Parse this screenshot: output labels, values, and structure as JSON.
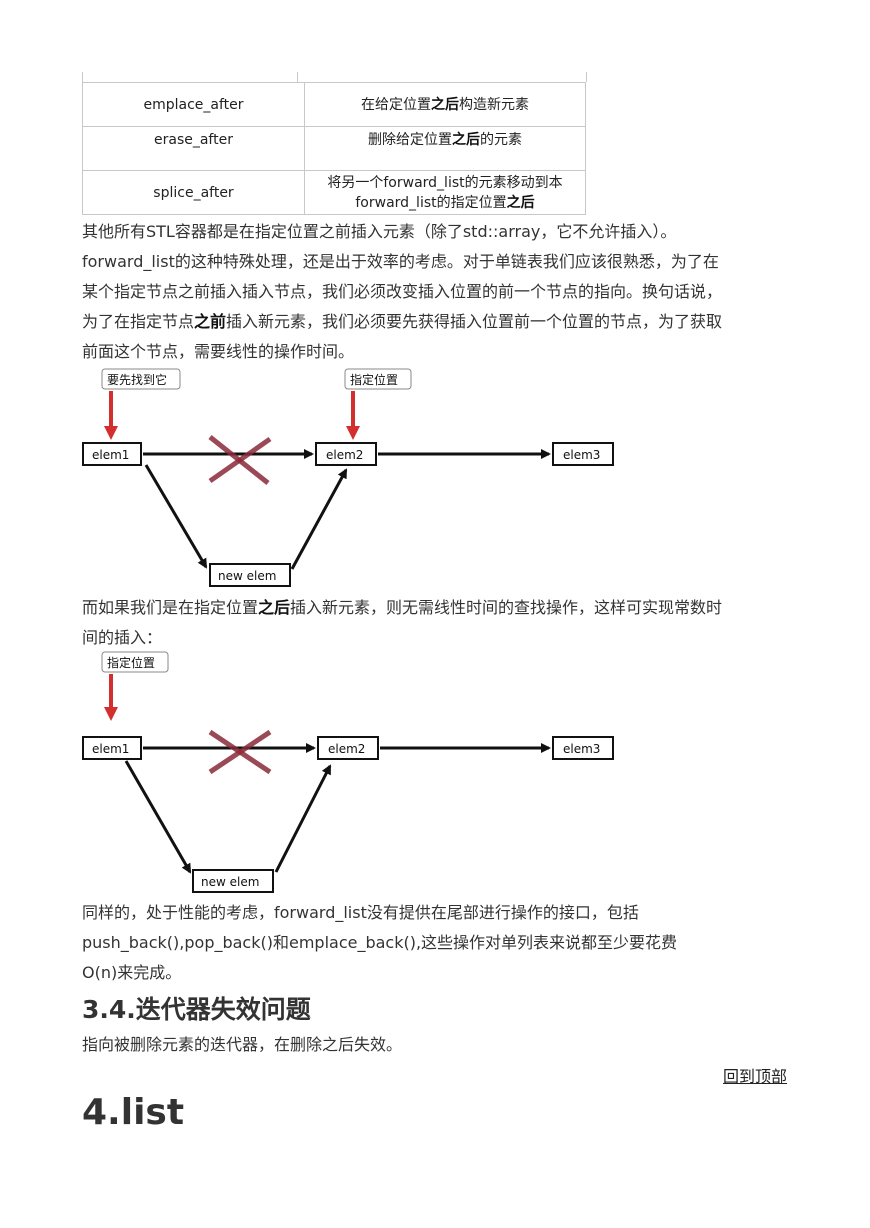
{
  "table": {
    "rows": [
      {
        "name": "emplace_after",
        "desc_before": "在给定位置",
        "desc_bold": "之后",
        "desc_after": "构造新元素"
      },
      {
        "name": "erase_after",
        "desc_before": "删除给定位置",
        "desc_bold": "之后",
        "desc_after": "的元素"
      },
      {
        "name": "splice_after",
        "desc_line1": "将另一个forward_list的元素移动到本",
        "desc_before": "forward_list的指定位置",
        "desc_bold": "之后",
        "desc_after": ""
      }
    ]
  },
  "para1": {
    "line1": "其他所有STL容器都是在指定位置之前插入元素（除了std::array，它不允许插入）。",
    "line2": "forward_list的这种特殊处理，还是出于效率的考虑。对于单链表我们应该很熟悉，为了在",
    "line3": "某个指定节点之前插入插入节点，我们必须改变插入位置的前一个节点的指向。换句话说，",
    "line4_before": "为了在指定节点",
    "line4_bold": "之前",
    "line4_after": "插入新元素，我们必须要先获得插入位置前一个位置的节点，为了获取",
    "line5": "前面这个节点，需要线性的操作时间。"
  },
  "diagram1": {
    "label_find": "要先找到它",
    "label_pos": "指定位置",
    "elem1": "elem1",
    "elem2": "elem2",
    "elem3": "elem3",
    "new_elem": "new elem"
  },
  "para2": {
    "line1_before": "而如果我们是在指定位置",
    "line1_bold": "之后",
    "line1_after": "插入新元素，则无需线性时间的查找操作，这样可实现常数时",
    "line2": "间的插入："
  },
  "diagram2": {
    "label_pos": "指定位置",
    "elem1": "elem1",
    "elem2": "elem2",
    "elem3": "elem3",
    "new_elem": "new elem"
  },
  "para3": {
    "line1": "同样的，处于性能的考虑，forward_list没有提供在尾部进行操作的接口，包括",
    "line2": "push_back(),pop_back()和emplace_back(),这些操作对单列表来说都至少要花费",
    "line3": "O(n)来完成。"
  },
  "section": {
    "heading": "3.4.迭代器失效问题",
    "text": "指向被删除元素的迭代器，在删除之后失效。",
    "back_to_top": "回到顶部",
    "next_heading": "4.list"
  },
  "colors": {
    "arrow_red": "#d32f2f",
    "cross": "#8b2a3a",
    "text": "#333333"
  }
}
